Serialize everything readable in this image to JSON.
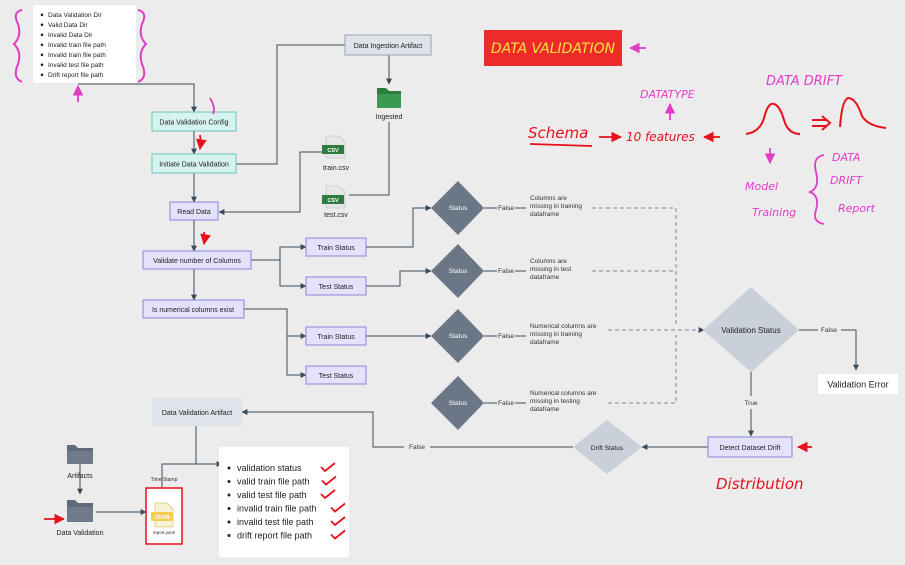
{
  "colors": {
    "background": "#ececec",
    "box_teal": "#d5f3ef",
    "box_teal_border": "#6cc5b8",
    "box_purple": "#e4e1fb",
    "box_purple_border": "#8d84d8",
    "box_gray": "#dfe3ea",
    "diamond_dark": "#6b7787",
    "diamond_light": "#c9d0d9",
    "line": "#3a4a5a",
    "dashed": "#7f8894",
    "red_ink": "#e8101c",
    "magenta_ink": "#e23cc6",
    "csv_green": "#2e7d3f",
    "folder": "#5f6b7a",
    "json_yellow": "#f4cf49"
  },
  "config_list": {
    "items": [
      "Data Validation Dir",
      "Valid Data Dir",
      "Invalid Data Dir",
      "Invalid train file path",
      "Invalid train file path",
      "Invalid test file path",
      "Drift report file path"
    ]
  },
  "ingestion": {
    "artifact": "Data Ingestion Artifact",
    "ingested": "Ingested",
    "csv_badge": "CSV",
    "train_file": "train.csv",
    "test_file": "test.csv"
  },
  "flow": {
    "config": "Data Validation Config",
    "initiate": "Initiate Data Validation",
    "read": "Read Data",
    "validate_cols": "Validate number of Columns",
    "numerical": "Is numerical columns exist",
    "train_status_1": "Train Status",
    "test_status_1": "Test Status",
    "train_status_2": "Train Status",
    "test_status_2": "Test Status"
  },
  "decisions": {
    "status": "Status",
    "false": "False",
    "true": "True",
    "msg1": [
      "Columns are",
      "missing in training",
      "dataframe"
    ],
    "msg2": [
      "Columns are",
      "missing in test",
      "dataframe"
    ],
    "msg3": [
      "Numerical columns are",
      "missing in training",
      "dataframe"
    ],
    "msg4": [
      "Numerical columns are",
      "missing in testing",
      "dataframe"
    ],
    "validation_status": "Validation Status",
    "validation_error": "Validation Error",
    "detect_drift": "Detect Dataset Drift",
    "drift_status": "Drift Status"
  },
  "artifact": {
    "title": "Data Validation Artifact",
    "items": [
      "validation status",
      "valid train file path",
      "valid test file path",
      "invalid train file path",
      "invalid test file path",
      "drift report file path"
    ],
    "time_stamp": "Time Stamp",
    "json_badge": "JSON",
    "report_file": "report.yaml",
    "artifacts_label": "Artifacts",
    "data_validation_label": "Data Validation"
  },
  "annotations": {
    "heading": "DATA VALIDATION",
    "schema": "Schema",
    "features": "10 features",
    "datatype": "DATATYPE",
    "data_drift": "DATA DRIFT",
    "model_training": [
      "Model",
      "Training"
    ],
    "report": [
      "DATA",
      "DRIFT",
      "Report"
    ],
    "distribution": "Distribution"
  }
}
